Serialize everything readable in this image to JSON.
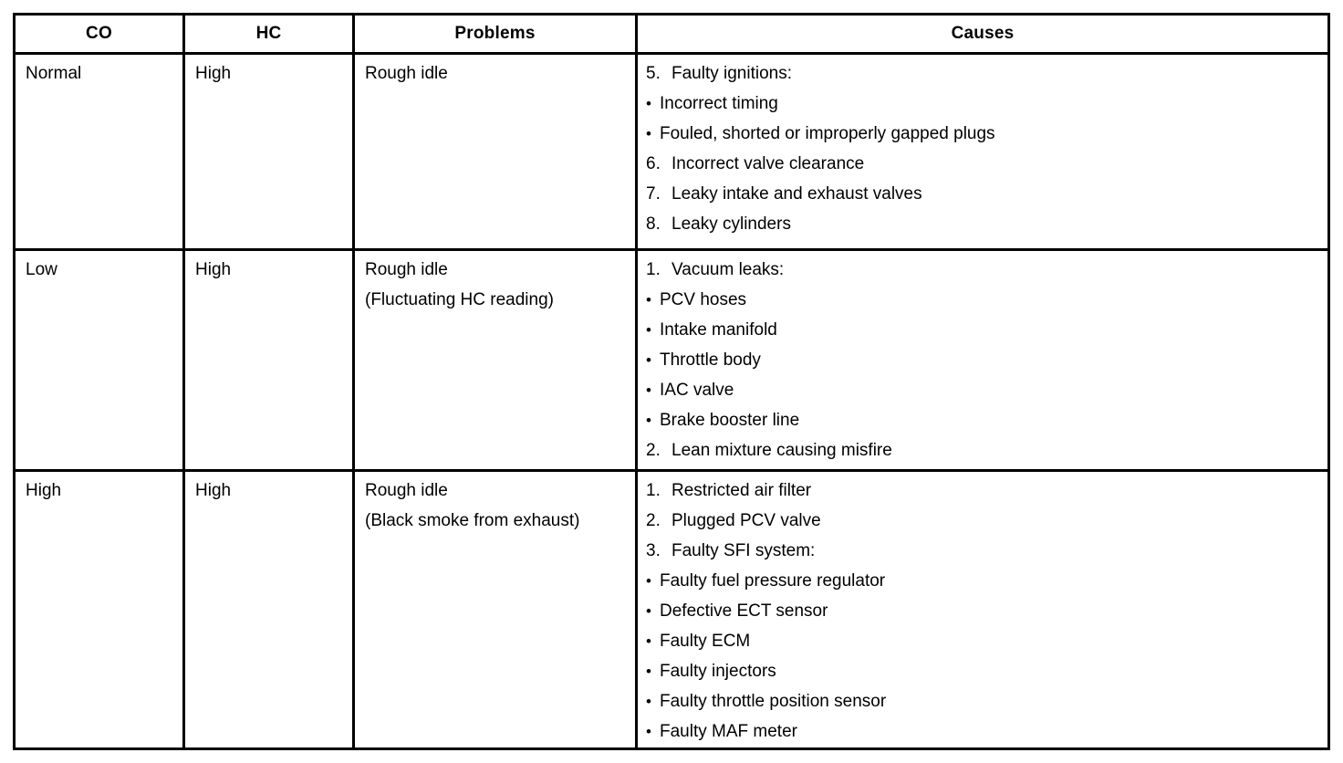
{
  "header": {
    "co": "CO",
    "hc": "HC",
    "problems": "Problems",
    "causes": "Causes"
  },
  "rows": [
    {
      "co": "Normal",
      "hc": "High",
      "problems": [
        "Rough idle"
      ],
      "causes": [
        {
          "kind": "num",
          "marker": "5.",
          "text": "Faulty ignitions:"
        },
        {
          "kind": "bullet",
          "marker": "•",
          "text": "Incorrect timing"
        },
        {
          "kind": "bullet",
          "marker": "•",
          "text": "Fouled, shorted or improperly gapped plugs"
        },
        {
          "kind": "num",
          "marker": "6.",
          "text": "Incorrect valve clearance"
        },
        {
          "kind": "num",
          "marker": "7.",
          "text": "Leaky intake and exhaust valves"
        },
        {
          "kind": "num",
          "marker": "8.",
          "text": "Leaky cylinders"
        }
      ]
    },
    {
      "co": "Low",
      "hc": "High",
      "problems": [
        "Rough idle",
        "(Fluctuating HC reading)"
      ],
      "causes": [
        {
          "kind": "num",
          "marker": "1.",
          "text": "Vacuum leaks:"
        },
        {
          "kind": "bullet",
          "marker": "•",
          "text": "PCV hoses"
        },
        {
          "kind": "bullet",
          "marker": "•",
          "text": "Intake manifold"
        },
        {
          "kind": "bullet",
          "marker": "•",
          "text": "Throttle body"
        },
        {
          "kind": "bullet",
          "marker": "•",
          "text": "IAC valve"
        },
        {
          "kind": "bullet",
          "marker": "•",
          "text": "Brake booster line"
        },
        {
          "kind": "num",
          "marker": "2.",
          "text": "Lean mixture causing misfire"
        }
      ]
    },
    {
      "co": "High",
      "hc": "High",
      "problems": [
        "Rough idle",
        "(Black smoke from exhaust)"
      ],
      "causes": [
        {
          "kind": "num",
          "marker": "1.",
          "text": "Restricted air filter"
        },
        {
          "kind": "num",
          "marker": "2.",
          "text": "Plugged PCV valve"
        },
        {
          "kind": "num",
          "marker": "3.",
          "text": "Faulty SFI system:"
        },
        {
          "kind": "bullet",
          "marker": "•",
          "text": "Faulty fuel pressure regulator"
        },
        {
          "kind": "bullet",
          "marker": "•",
          "text": "Defective ECT sensor"
        },
        {
          "kind": "bullet",
          "marker": "•",
          "text": "Faulty ECM"
        },
        {
          "kind": "bullet",
          "marker": "•",
          "text": "Faulty injectors"
        },
        {
          "kind": "bullet",
          "marker": "•",
          "text": "Faulty throttle position sensor"
        },
        {
          "kind": "bullet",
          "marker": "•",
          "text": "Faulty MAF meter"
        }
      ]
    }
  ],
  "colors": {
    "border": "#000000",
    "text": "#000000",
    "background": "#ffffff"
  }
}
